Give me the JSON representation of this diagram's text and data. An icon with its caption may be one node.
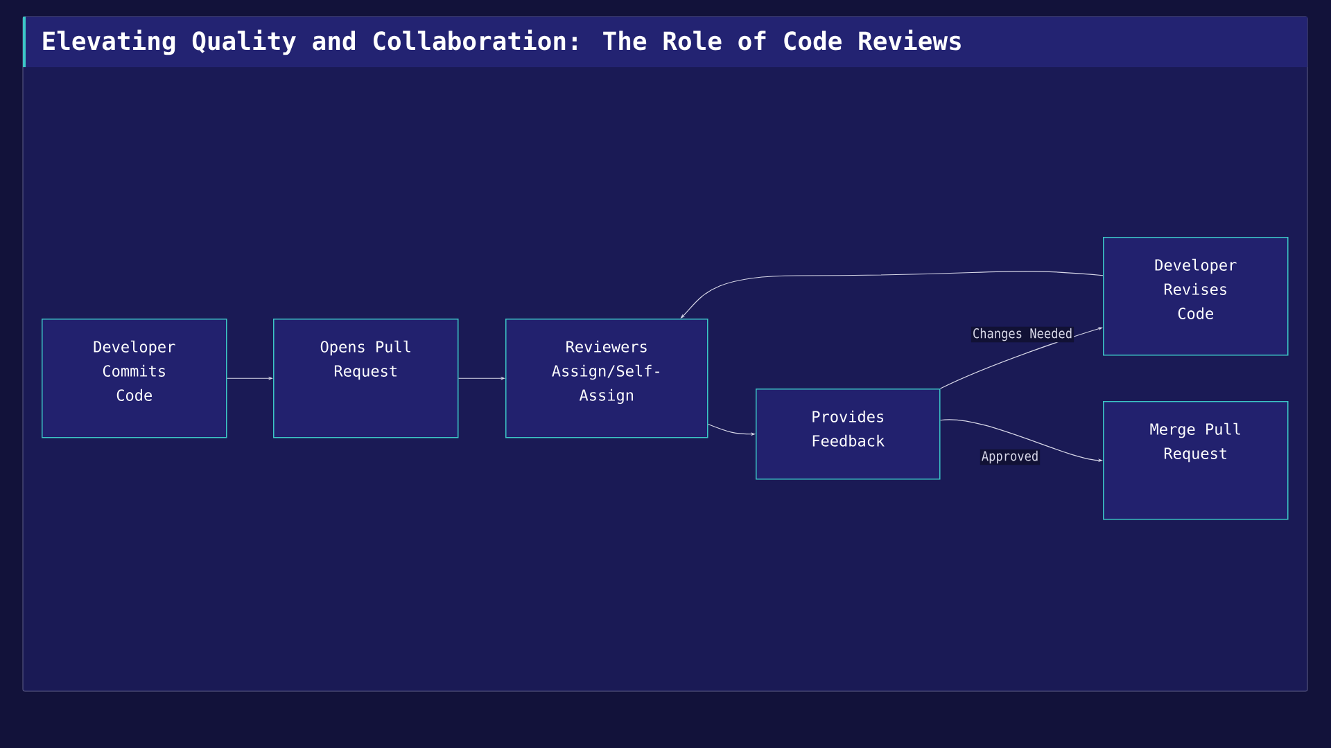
{
  "diagram": {
    "title": "Elevating Quality and Collaboration: The Role of Code Reviews",
    "nodes": [
      {
        "text": [
          "Developer Commits Code"
        ]
      },
      {
        "text": [
          "Opens Pull Request"
        ]
      },
      {
        "text": [
          "Reviewers Assign/Self-Assign"
        ]
      },
      {
        "text": [
          "Provides Feedback"
        ]
      },
      {
        "text": [
          "Developer Revises Code"
        ]
      },
      {
        "text": [
          "Merge Pull Request"
        ]
      }
    ],
    "edges": [
      {
        "from": 0,
        "to": 1,
        "arrow": "to"
      },
      {
        "from": 1,
        "to": 2,
        "arrow": "to"
      },
      {
        "from": 2,
        "to": 3,
        "arrow": "to"
      },
      {
        "from": 3,
        "to": 4,
        "arrow": "to",
        "label": "Changes Needed"
      },
      {
        "from": 3,
        "to": 5,
        "arrow": "to",
        "label": "Approved"
      },
      {
        "from": 4,
        "to": 2,
        "arrow": "to"
      }
    ]
  }
}
